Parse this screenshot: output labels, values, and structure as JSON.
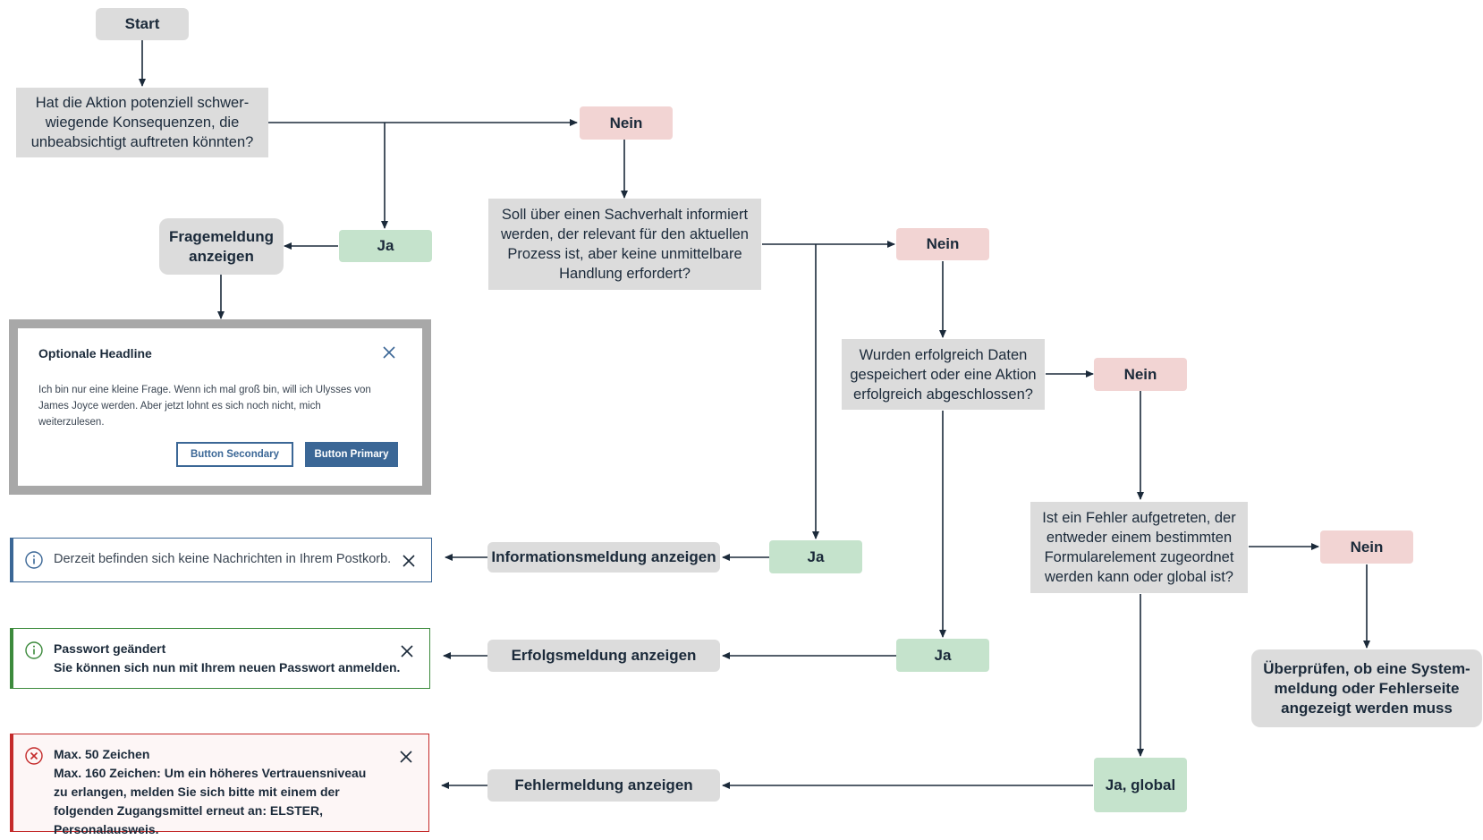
{
  "flow": {
    "start": "Start",
    "q1": "Hat die Aktion potenziell schwer-wiegende Konsequenzen, die unbeabsichtigt auftreten könnten?",
    "q1_no": "Nein",
    "q1_yes": "Ja",
    "action_question": "Fragemeldung anzeigen",
    "q2": "Soll über einen Sachverhalt informiert werden, der relevant für den aktuellen Prozess ist, aber keine unmittelbare Handlung erfordert?",
    "q2_no": "Nein",
    "q2_yes": "Ja",
    "action_info": "Informationsmeldung anzeigen",
    "q3": "Wurden erfolgreich Daten gespeichert oder eine Aktion erfolgreich abgeschlossen?",
    "q3_no": "Nein",
    "q3_yes": "Ja",
    "action_success": "Erfolgsmeldung anzeigen",
    "q4": "Ist ein Fehler aufgetreten, der entweder einem bestimmten Formularelement zugeordnet werden kann oder global ist?",
    "q4_no": "Nein",
    "q4_yes": "Ja, global",
    "action_error": "Fehlermeldung anzeigen",
    "action_system": "Überprüfen, ob eine System-meldung oder Fehlerseite angezeigt werden muss"
  },
  "dialog": {
    "headline": "Optionale Headline",
    "body": "Ich bin nur eine kleine Frage. Wenn ich mal groß bin, will ich Ulysses von James Joyce werden. Aber jetzt lohnt es sich noch nicht, mich weiterzulesen.",
    "secondary_label": "Button Secondary",
    "primary_label": "Button Primary"
  },
  "alerts": {
    "info": {
      "text": "Derzeit befinden sich keine Nachrichten in Ihrem Postkorb."
    },
    "success": {
      "title": "Passwort geändert",
      "text": "Sie können sich nun mit Ihrem neuen Passwort anmelden."
    },
    "error": {
      "title": "Max. 50 Zeichen",
      "text": "Max. 160 Zeichen: Um ein höheres Vertrauensniveau zu erlangen, melden Sie sich bitte mit einem der folgenden Zugangsmittel erneut an: ELSTER, Personalausweis."
    }
  },
  "colors": {
    "line": "#1b2a3a",
    "box_grey": "#dcdcdc",
    "nein": "#f2d4d3",
    "ja": "#c5e3cc",
    "primary": "#3b6796",
    "success": "#3c8a3c",
    "error": "#c42b2b"
  }
}
